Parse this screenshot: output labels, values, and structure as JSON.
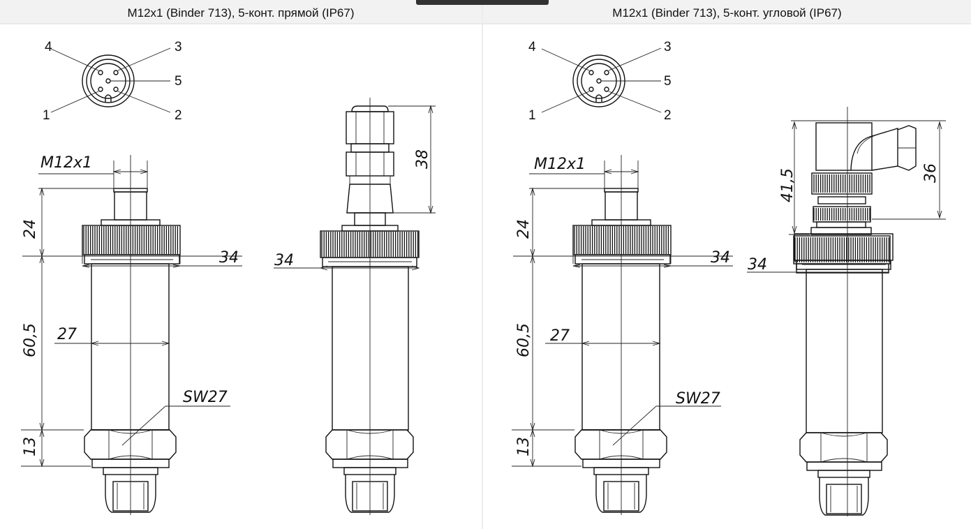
{
  "headers": {
    "left": "M12x1 (Binder 713), 5-конт. прямой (IP67)",
    "right": "M12x1 (Binder 713), 5-конт. угловой (IP67)"
  },
  "pins": [
    "1",
    "2",
    "3",
    "4",
    "5"
  ],
  "dimensions": {
    "thread": "M12x1",
    "connector_height": "24",
    "body_length": "60,5",
    "hex_height": "13",
    "nut_diameter": "34",
    "body_diameter": "27",
    "wrench_size": "SW27",
    "straight_plug_length": "38",
    "angled_plug_height": "41,5",
    "angled_plug_width": "36"
  }
}
